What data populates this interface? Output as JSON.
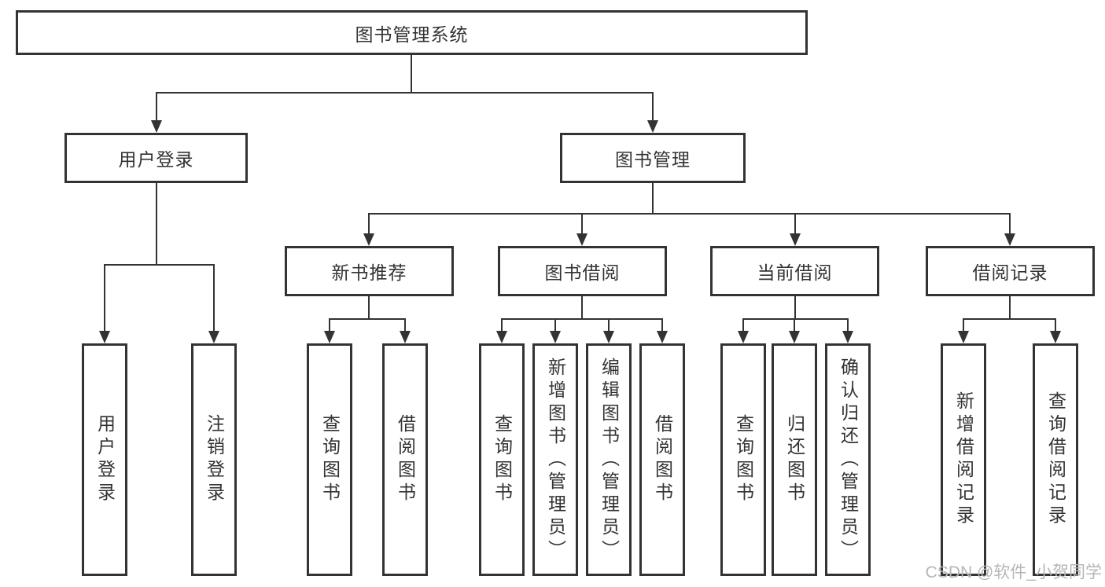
{
  "diagram": {
    "root": {
      "label": "图书管理系统"
    },
    "branches": [
      {
        "label": "用户登录",
        "children": [
          {
            "label": "用户登录"
          },
          {
            "label": "注销登录"
          }
        ]
      },
      {
        "label": "图书管理",
        "children": [
          {
            "label": "新书推荐",
            "children": [
              {
                "label": "查询图书"
              },
              {
                "label": "借阅图书"
              }
            ]
          },
          {
            "label": "图书借阅",
            "children": [
              {
                "label": "查询图书"
              },
              {
                "label": "新增图书（管理员）"
              },
              {
                "label": "编辑图书（管理员）"
              },
              {
                "label": "借阅图书"
              }
            ]
          },
          {
            "label": "当前借阅",
            "children": [
              {
                "label": "查询图书"
              },
              {
                "label": "归还图书"
              },
              {
                "label": "确认归还（管理员）"
              }
            ]
          },
          {
            "label": "借阅记录",
            "children": [
              {
                "label": "新增借阅记录"
              },
              {
                "label": "查询借阅记录"
              }
            ]
          }
        ]
      }
    ],
    "watermark": "CSDN @软件_小贺同学",
    "colors": {
      "line": "#333333",
      "text": "#333333",
      "box_background": "#ffffff",
      "page_background": "#ffffff",
      "watermark": "#b6b6b6"
    }
  }
}
